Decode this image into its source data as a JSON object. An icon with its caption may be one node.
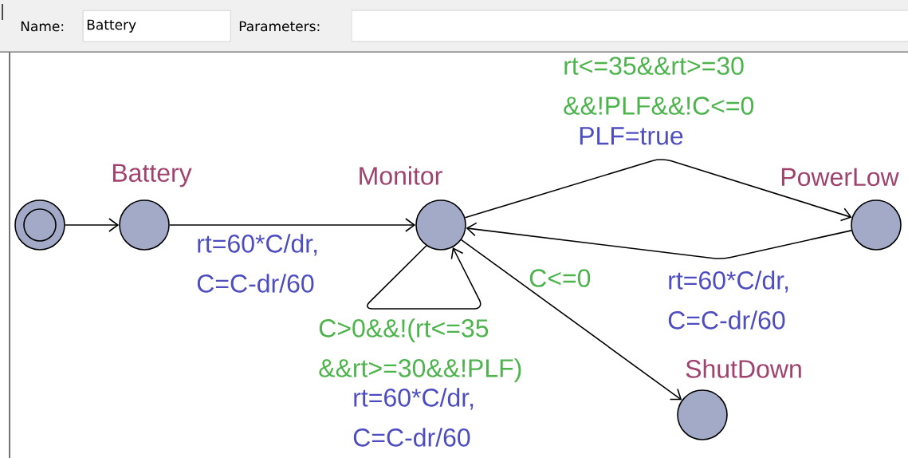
{
  "diagram": {
    "nodes": [
      {
        "text": [],
        "shape": "circle"
      },
      {
        "text": [
          "Battery"
        ]
      },
      {
        "text": [
          "Monitor"
        ]
      },
      {
        "text": [
          "PowerLow"
        ]
      },
      {
        "text": [
          "ShutDown"
        ]
      }
    ],
    "edges": [
      {
        "from": 0,
        "to": 1,
        "arrow": "to"
      },
      {
        "from": 1,
        "to": 2,
        "arrow": "to",
        "label": "rt=60*C/dr, C=C-dr/60"
      },
      {
        "from": 2,
        "to": 2,
        "arrow": "to",
        "label": "C>0&&!(rt<=35 &&rt>=30&&!PLF)"
      },
      {
        "from": 2,
        "to": 3,
        "arrow": "to",
        "label": "rt<=35&&rt>=30 &&!PLF&&!C<=0"
      },
      {
        "from": 3,
        "to": 2,
        "arrow": "to",
        "label": "rt=60*C/dr, C=C-dr/60"
      },
      {
        "from": 2,
        "to": 4,
        "arrow": "to",
        "label": "C<=0"
      }
    ],
    "labels": [
      "Name:",
      "Battery",
      "Parameters:",
      "PLF=true",
      "rt=60*C/dr, C=C-dr/60"
    ]
  }
}
